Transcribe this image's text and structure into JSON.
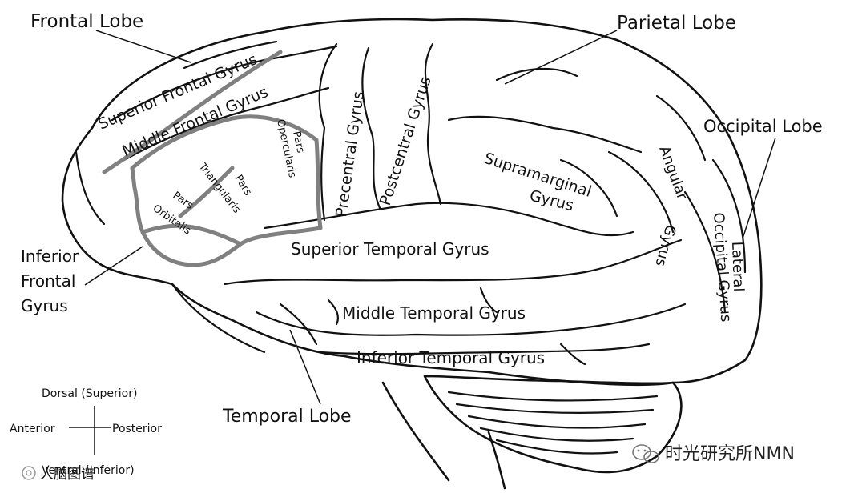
{
  "labels": {
    "frontal_lobe": "Frontal Lobe",
    "parietal_lobe": "Parietal Lobe",
    "occipital_lobe": "Occipital Lobe",
    "temporal_lobe": "Temporal Lobe",
    "superior_frontal_gyrus": "Superior Frontal Gyrus",
    "middle_frontal_gyrus": "Middle Frontal Gyrus",
    "pars_opercularis_1": "Pars",
    "pars_opercularis_2": "Opercularis",
    "pars_triangularis_1": "Pars",
    "pars_triangularis_2": "Triangularis",
    "pars_orbitalis_1": "Pars",
    "pars_orbitalis_2": "Orbitalis",
    "inferior_frontal_gyrus_1": "Inferior",
    "inferior_frontal_gyrus_2": "Frontal",
    "inferior_frontal_gyrus_3": "Gyrus",
    "precentral_gyrus": "Precentral Gyrus",
    "postcentral_gyrus": "Postcentral Gyrus",
    "supramarginal_gyrus_1": "Supramarginal",
    "supramarginal_gyrus_2": "Gyrus",
    "angular_gyrus_1": "Angular",
    "angular_gyrus_2": "Gyrus",
    "lateral_occipital_gyrus_1": "Lateral",
    "lateral_occipital_gyrus_2": "Occipital Gyrus",
    "superior_temporal_gyrus": "Superior Temporal Gyrus",
    "middle_temporal_gyrus": "Middle Temporal Gyrus",
    "inferior_temporal_gyrus": "Inferior Temporal Gyrus"
  },
  "orientation": {
    "dorsal": "Dorsal (Superior)",
    "anterior": "Anterior",
    "posterior": "Posterior",
    "ventral": "Ventral (Inferior)"
  },
  "watermark": {
    "right": "时光研究所NMN",
    "left": "人脑图谱"
  },
  "colors": {
    "outline": "#111111",
    "inferior_frontal_boundary": "#808080",
    "background": "#ffffff"
  }
}
